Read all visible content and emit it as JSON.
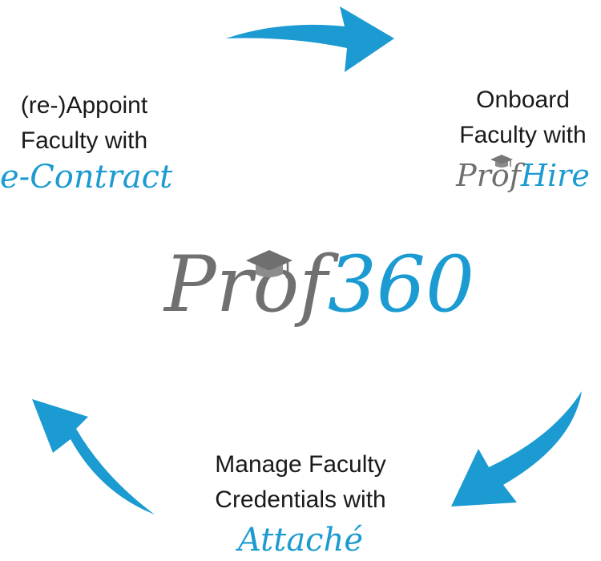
{
  "steps": {
    "reappoint": {
      "line1": "(re-)Appoint",
      "line2": "Faculty with",
      "brand": "e-Contract"
    },
    "onboard": {
      "line1": "Onboard",
      "line2": "Faculty with",
      "brand_part1": "Prof",
      "brand_part2": "Hire"
    },
    "manage": {
      "line1": "Manage Faculty",
      "line2": "Credentials with",
      "brand": "Attaché"
    }
  },
  "center_logo": {
    "part1": "Prof",
    "part2": "360"
  },
  "icons": [
    "curved-arrow-icon",
    "graduation-cap-icon"
  ],
  "colors": {
    "accent_blue": "#1b9bd1",
    "logo_gray": "#707070",
    "text": "#1a1a1a"
  }
}
